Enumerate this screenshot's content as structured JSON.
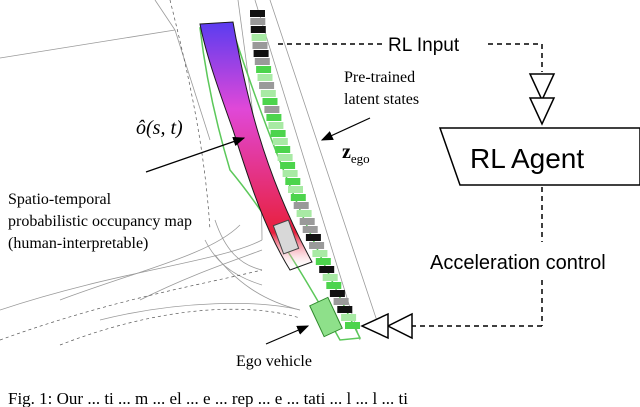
{
  "labels": {
    "rl_input": "RL Input",
    "pretrained_line1": "Pre-trained",
    "pretrained_line2": "latent states",
    "z_ego_main": "z",
    "z_ego_sub": "ego",
    "occupancy_symbol": "ô(s, t)",
    "map_line1": "Spatio-temporal",
    "map_line2": "probabilistic occupancy map",
    "map_line3": "(human-interpretable)",
    "rl_agent": "RL Agent",
    "acceleration_control": "Acceleration control",
    "ego_vehicle": "Ego vehicle",
    "caption": "Fig. 1: Our ... ti ... m ... el ... e ... rep ... e ... tati ... l ... l ... ti"
  },
  "colors": {
    "occupancy_top": "#5a3cf0",
    "occupancy_mid": "#e048d8",
    "occupancy_bottom": "#e8203c",
    "lane_edge": "#5cc85a",
    "ego_vehicle_fill": "#8ee08a",
    "latent_black": "#111111",
    "latent_green": "#4cd44c",
    "latent_light_green": "#a8eaa4",
    "latent_gray": "#9a9a9a"
  },
  "latent_states": [
    "black",
    "gray",
    "black",
    "light_green",
    "gray",
    "black",
    "gray",
    "green",
    "light_green",
    "gray",
    "light_green",
    "green",
    "gray",
    "green",
    "light_green",
    "green",
    "light_green",
    "green",
    "light_green",
    "green",
    "light_green",
    "green",
    "light_green",
    "green",
    "gray",
    "light_green",
    "gray",
    "gray",
    "black",
    "gray",
    "light_green",
    "green",
    "black",
    "light_green",
    "green",
    "black",
    "gray",
    "black",
    "light_green",
    "green"
  ]
}
